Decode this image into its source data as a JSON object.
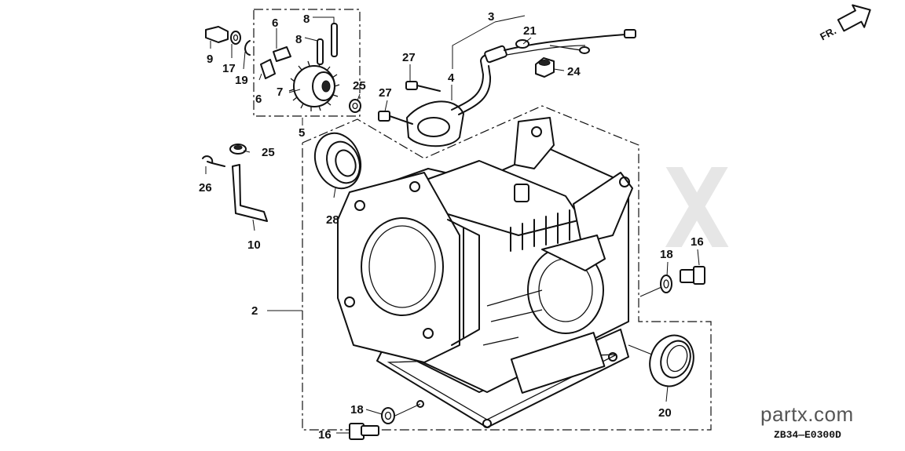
{
  "callouts": {
    "n2": "2",
    "n3": "3",
    "n4": "4",
    "n5": "5",
    "n6a": "6",
    "n6b": "6",
    "n7": "7",
    "n8a": "8",
    "n8b": "8",
    "n9": "9",
    "n10": "10",
    "n16a": "16",
    "n16b": "16",
    "n17": "17",
    "n18a": "18",
    "n18b": "18",
    "n19": "19",
    "n20": "20",
    "n21": "21",
    "n24": "24",
    "n25a": "25",
    "n25b": "25",
    "n26": "26",
    "n27a": "27",
    "n27b": "27",
    "n28": "28"
  },
  "front_arrow_label": "FR.",
  "watermark": "partx.com",
  "diagram_code": "ZB34—E0300D"
}
